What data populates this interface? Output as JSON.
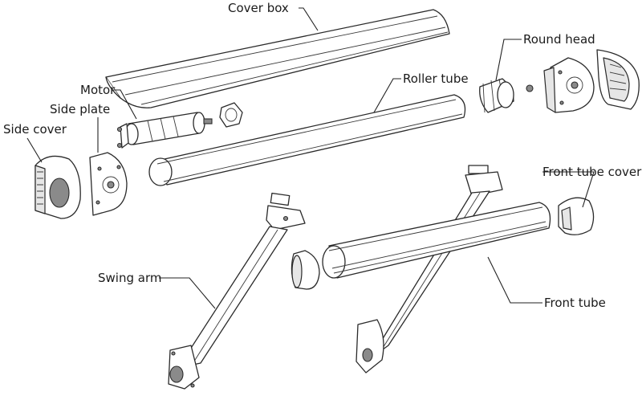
{
  "labels": {
    "cover_box": "Cover box",
    "round_head": "Round head",
    "motor": "Motor",
    "roller_tube": "Roller tube",
    "side_plate": "Side plate",
    "side_cover": "Side cover",
    "front_tube_cover": "Front tube cover",
    "swing_arm": "Swing arm",
    "front_tube": "Front tube"
  }
}
